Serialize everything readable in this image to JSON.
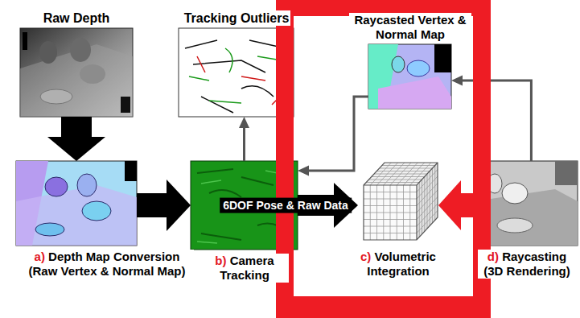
{
  "diagram": {
    "nodes": [
      {
        "text": [
          "Raw Depth"
        ]
      },
      {
        "text": [
          "Tracking Outliers"
        ]
      },
      {
        "text": [
          "Raycasted Vertex & Normal Map"
        ]
      },
      {
        "text": [
          "a) Depth Map Conversion (Raw Vertex & Normal Map)"
        ]
      },
      {
        "text": [
          "b) Camera Tracking"
        ]
      },
      {
        "text": [
          "c) Volumetric Integration"
        ]
      },
      {
        "text": [
          "d) Raycasting (3D Rendering)"
        ]
      }
    ],
    "edges": [
      {
        "from": 0,
        "to": 3,
        "arrow": "to"
      },
      {
        "from": 3,
        "to": 4,
        "arrow": "to"
      },
      {
        "from": 4,
        "to": 1,
        "arrow": "to"
      },
      {
        "from": 4,
        "to": 5,
        "label": "6DOF Pose & Raw Data",
        "arrow": "to"
      },
      {
        "from": 6,
        "to": 5,
        "arrow": "to"
      },
      {
        "from": 6,
        "to": 2,
        "arrow": "to"
      },
      {
        "from": 2,
        "to": 4,
        "arrow": "to"
      }
    ]
  }
}
